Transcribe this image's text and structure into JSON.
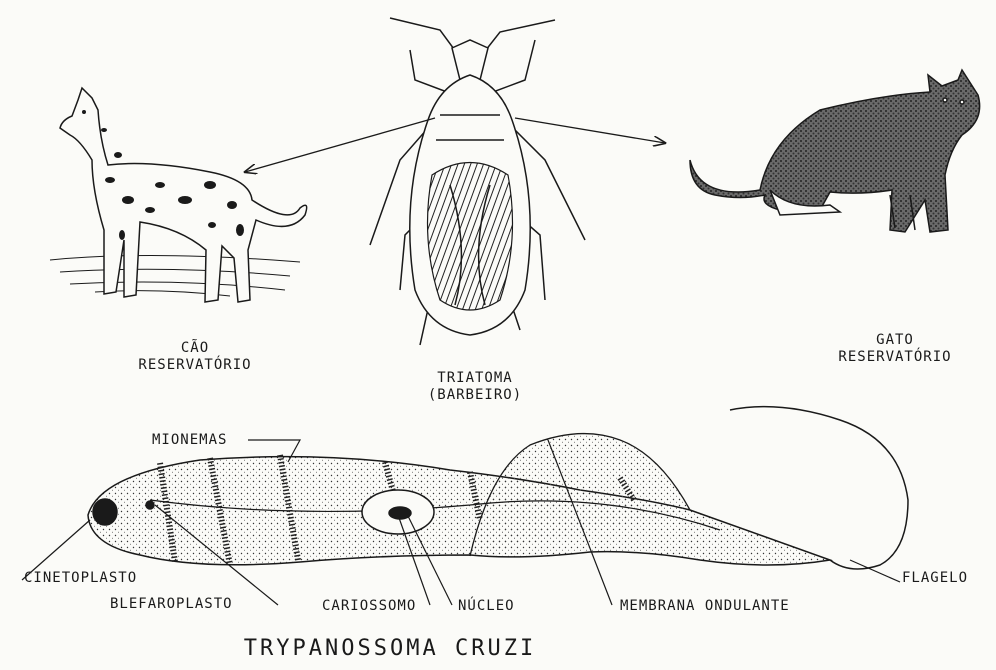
{
  "animals": {
    "dog": {
      "line1": "CÃO",
      "line2": "RESERVATÓRIO"
    },
    "bug": {
      "line1": "TRIATOMA",
      "line2": "(BARBEIRO)"
    },
    "cat": {
      "line1": "GATO",
      "line2": "RESERVATÓRIO"
    }
  },
  "parasite": {
    "title": "TRYPANOSSOMA CRUZI",
    "labels": {
      "mionemas": "MIONEMAS",
      "cinetoplasto": "CINETOPLASTO",
      "blefaroplasto": "BLEFAROPLASTO",
      "cariossomo": "CARIOSSOMO",
      "nucleo": "NÚCLEO",
      "membrana": "MEMBRANA ONDULANTE",
      "flagelo": "FLAGELO"
    }
  },
  "colors": {
    "ink": "#1a1a1a",
    "paper": "#fbfbf8"
  }
}
